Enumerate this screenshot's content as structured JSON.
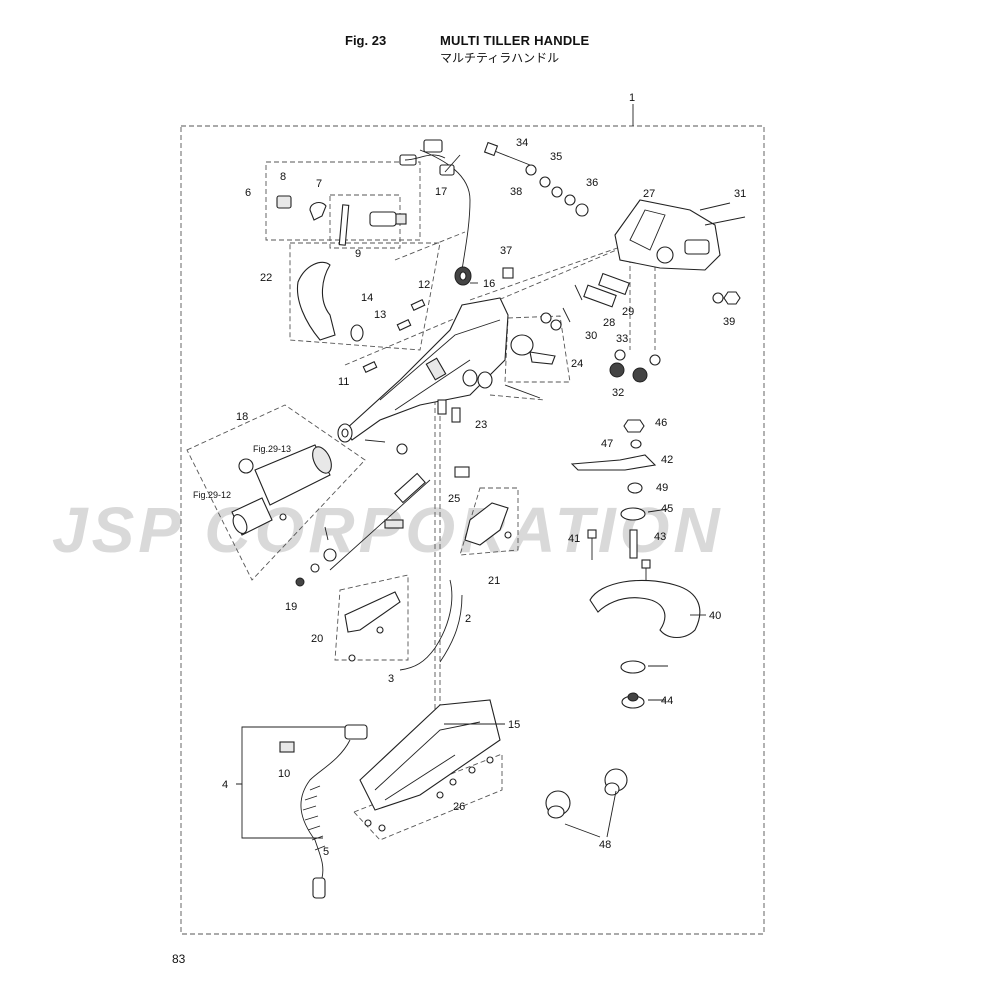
{
  "header": {
    "fig_label": "Fig. 23",
    "title": "MULTI TILLER HANDLE",
    "subtitle": "マルチティラハンドル"
  },
  "watermark": {
    "text": "JSP CORPORATION"
  },
  "page_number": "83",
  "cross_refs": [
    "Fig.29-13",
    "Fig.29-12"
  ],
  "callouts": {
    "c1": "1",
    "c2": "2",
    "c3": "3",
    "c4": "4",
    "c5": "5",
    "c6": "6",
    "c7": "7",
    "c8": "8",
    "c9": "9",
    "c10": "10",
    "c11": "11",
    "c12": "12",
    "c13": "13",
    "c14": "14",
    "c15": "15",
    "c16": "16",
    "c17": "17",
    "c18": "18",
    "c19": "19",
    "c20": "20",
    "c21": "21",
    "c22": "22",
    "c23": "23",
    "c24": "24",
    "c25": "25",
    "c26": "26",
    "c27": "27",
    "c28": "28",
    "c29": "29",
    "c30": "30",
    "c31": "31",
    "c32": "32",
    "c33": "33",
    "c34": "34",
    "c35": "35",
    "c36": "36",
    "c37": "37",
    "c38": "38",
    "c39": "39",
    "c40": "40",
    "c41": "41",
    "c42": "42",
    "c43": "43",
    "c44": "44",
    "c45": "45",
    "c46": "46",
    "c47": "47",
    "c48": "48",
    "c49": "49"
  }
}
